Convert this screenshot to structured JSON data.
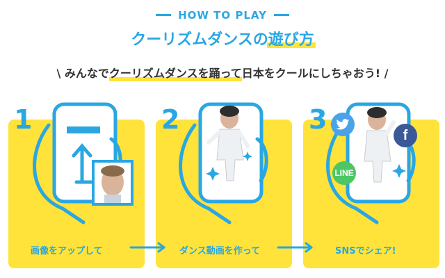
{
  "header": {
    "eyebrow": "HOW TO PLAY",
    "title_main": "クーリズムダンスの",
    "title_accent": "遊び方"
  },
  "tagline": {
    "lead": "\\ みんなで",
    "highlight": "クーリズムダンスを踊って",
    "tail": "日本をクールにしちゃおう! /"
  },
  "steps": [
    {
      "number": "1",
      "caption": "画像をアップして"
    },
    {
      "number": "2",
      "caption": "ダンス動画を作って"
    },
    {
      "number": "3",
      "caption": "SNSでシェア!"
    }
  ],
  "social": {
    "facebook": "f",
    "line": "LINE"
  },
  "colors": {
    "blue": "#2aa7e3",
    "yellow": "#ffe33a"
  }
}
